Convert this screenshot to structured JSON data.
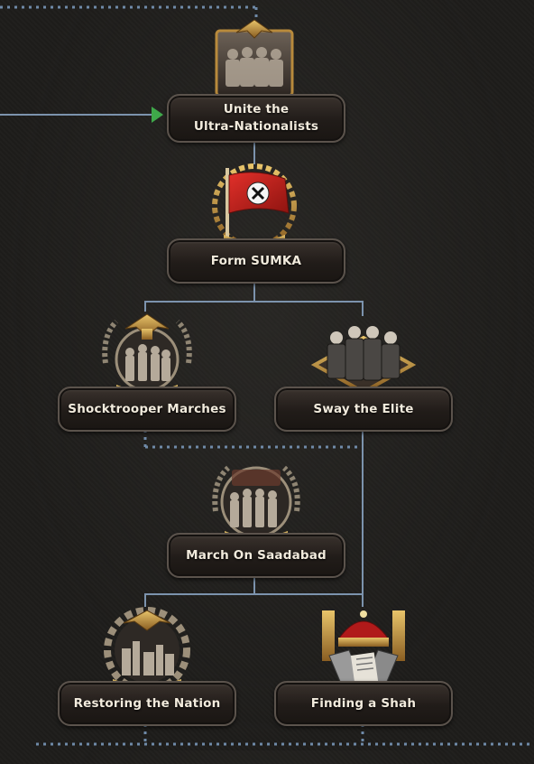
{
  "focus_tree": {
    "colors": {
      "background": "#1e1d1b",
      "solid_line": "#7c93ad",
      "dotted_line": "#6f8aa8",
      "available_arrow": "#3fa84a",
      "label_text": "#f2ebdd"
    },
    "focuses": [
      {
        "id": "unite",
        "label": "Unite the\nUltra-Nationalists",
        "icon": "ultranationalist-crowd-icon"
      },
      {
        "id": "sumka",
        "label": "Form SUMKA",
        "icon": "sumka-flag-icon"
      },
      {
        "id": "shock",
        "label": "Shocktrooper Marches",
        "icon": "shocktrooper-eagle-icon"
      },
      {
        "id": "elite",
        "label": "Sway the Elite",
        "icon": "elite-businessmen-icon"
      },
      {
        "id": "march",
        "label": "March On Saadabad",
        "icon": "marching-soldiers-icon"
      },
      {
        "id": "restore",
        "label": "Restoring the Nation",
        "icon": "industry-eagle-icon"
      },
      {
        "id": "shah",
        "label": "Finding a Shah",
        "icon": "royal-crown-decree-icon"
      }
    ]
  }
}
